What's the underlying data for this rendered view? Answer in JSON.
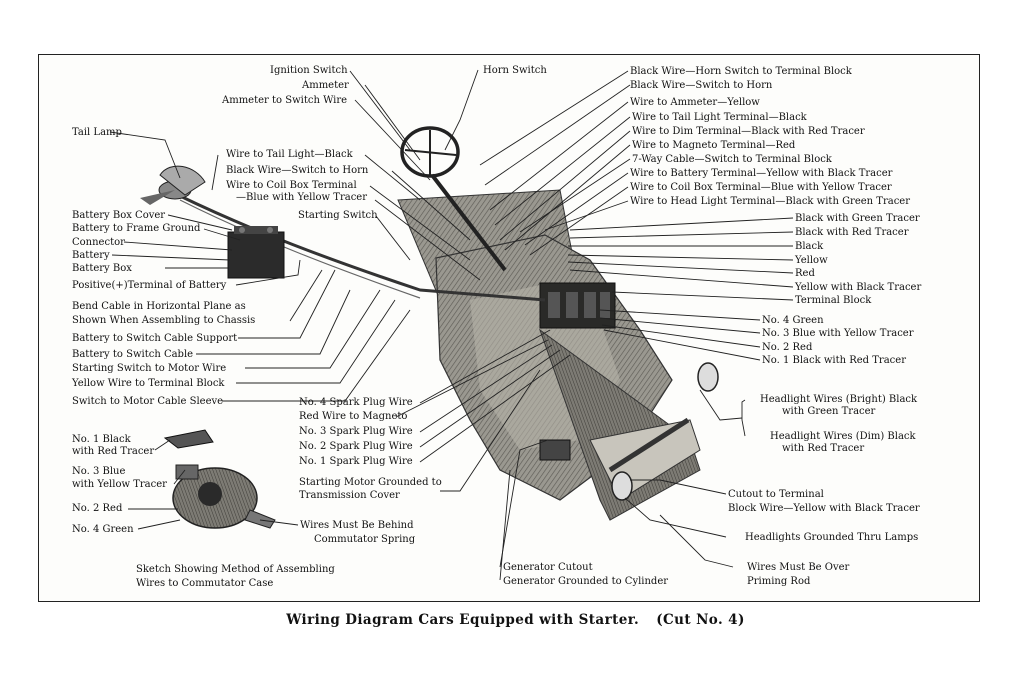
{
  "caption": {
    "title": "Wiring Diagram Cars Equipped with Starter.",
    "cut": "(Cut No. 4)"
  },
  "labels": {
    "ignition_switch": "Ignition Switch",
    "ammeter": "Ammeter",
    "ammeter_to_switch_wire": "Ammeter to Switch Wire",
    "horn_switch": "Horn Switch",
    "tail_lamp": "Tail Lamp",
    "wire_to_tail_light": "Wire to Tail Light—Black",
    "black_wire_switch_to_horn": "Black Wire—Switch to Horn",
    "wire_to_coil_box_terminal": "Wire to Coil Box Terminal",
    "blue_with_yellow_tracer": "—Blue with Yellow Tracer",
    "starting_switch": "Starting Switch",
    "battery_box_cover": "Battery Box Cover",
    "battery_to_frame_ground": "Battery to Frame Ground",
    "connector": "Connector",
    "battery": "Battery",
    "battery_box": "Battery  Box",
    "positive_terminal": "Positive(+)Terminal of Battery",
    "bend_cable_1": "Bend Cable in Horizontal Plane as",
    "bend_cable_2": "Shown When Assembling to Chassis",
    "battery_to_switch_cable_support": "Battery to Switch Cable Support",
    "battery_to_switch_cable": "Battery to Switch Cable",
    "starting_switch_to_motor_wire": "Starting Switch to Motor Wire",
    "yellow_wire_to_terminal_block": "Yellow Wire to Terminal Block",
    "switch_to_motor_cable_sleeve": "Switch to Motor Cable Sleeve",
    "no1_black": "No. 1  Black",
    "with_red_tracer": "with Red Tracer",
    "no3_blue": "No. 3  Blue",
    "with_yellow_tracer": "with Yellow Tracer",
    "no2_red_left": "No. 2  Red",
    "no4_green_left": "No. 4  Green",
    "wires_behind_1": "Wires Must Be Behind",
    "wires_behind_2": "Commutator Spring",
    "sketch_1": "Sketch Showing Method of Assembling",
    "sketch_2": "Wires to Commutator Case",
    "no4_spark": "No. 4 Spark Plug Wire",
    "red_wire_magneto": "Red Wire to Magneto",
    "no3_spark": "No. 3 Spark Plug Wire",
    "no2_spark": "No. 2 Spark Plug Wire",
    "no1_spark": "No. 1 Spark Plug Wire",
    "starting_motor_grounded_1": "Starting Motor Grounded to",
    "starting_motor_grounded_2": "Transmission Cover",
    "generator_cutout": "Generator Cutout",
    "generator_grounded": "Generator Grounded to Cylinder",
    "black_wire_horn_switch_tb": "Black Wire—Horn Switch to Terminal Block",
    "black_wire_switch_horn_r": "Black Wire—Switch to Horn",
    "wire_to_ammeter_yellow": "Wire to Ammeter—Yellow",
    "wire_to_tail_light_terminal": "Wire to Tail Light Terminal—Black",
    "wire_to_dim_terminal": "Wire to Dim Terminal—Black with Red Tracer",
    "wire_to_magneto_terminal": "Wire to Magneto Terminal—Red",
    "seven_way_cable": "7-Way Cable—Switch to Terminal Block",
    "wire_to_battery_terminal": "Wire to Battery Terminal—Yellow with Black Tracer",
    "wire_to_coil_box_terminal_r": "Wire to Coil Box Terminal—Blue with Yellow Tracer",
    "wire_to_head_light_terminal": "Wire to Head Light Terminal—Black with Green Tracer",
    "black_with_green_tracer": "Black with Green Tracer",
    "black_with_red_tracer": "Black with Red Tracer",
    "black": "Black",
    "yellow": "Yellow",
    "red": "Red",
    "yellow_with_black_tracer": "Yellow with Black Tracer",
    "terminal_block": "Terminal Block",
    "no4_green_r": "No. 4 Green",
    "no3_blue_yellow_r": "No. 3 Blue with Yellow Tracer",
    "no2_red_r": "No. 2 Red",
    "no1_black_red_r": "No. 1 Black with Red Tracer",
    "headlight_bright_1": "Headlight Wires (Bright) Black",
    "headlight_bright_2": "with Green Tracer",
    "headlight_dim_1": "Headlight Wires (Dim) Black",
    "headlight_dim_2": "with Red Tracer",
    "cutout_to_terminal": "Cutout to Terminal",
    "block_wire_yellow": "Block Wire—Yellow with Black Tracer",
    "headlights_grounded": "Headlights Grounded Thru Lamps",
    "wires_over_1": "Wires Must Be Over",
    "wires_over_2": "Priming Rod"
  }
}
